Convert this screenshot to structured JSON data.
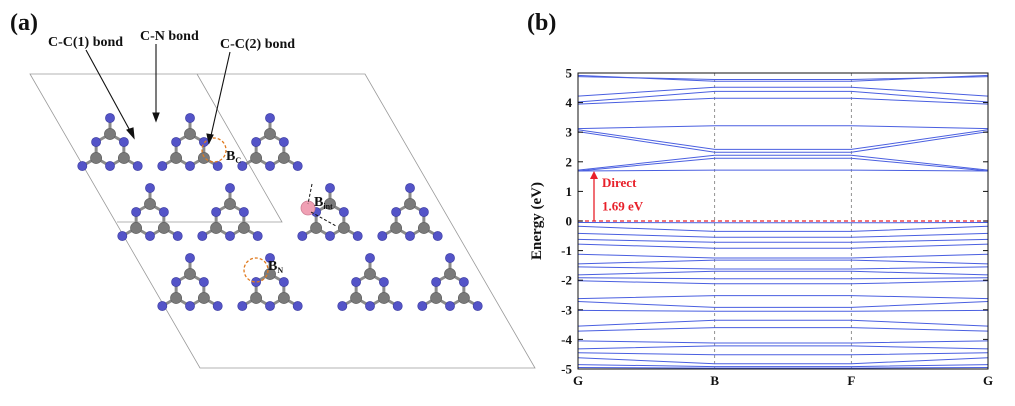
{
  "figure": {
    "panel_a_label": "(a)",
    "panel_b_label": "(b)"
  },
  "panel_a": {
    "annotations": {
      "cc1": "C-C(1) bond",
      "cn": "C-N bond",
      "cc2": "C-C(2) bond"
    },
    "dopants": {
      "bc": {
        "main": "B",
        "sub": "C"
      },
      "bint": {
        "main": "B",
        "sub": "int"
      },
      "bn": {
        "main": "B",
        "sub": "N"
      }
    },
    "colors": {
      "carbon": "#7a7a7a",
      "nitrogen": "#5454c8",
      "boron": "#f0a0b4",
      "bond": "#8a8a8a",
      "highlight": "#e07a1e"
    }
  },
  "chart_data": {
    "type": "line",
    "xlabel": "",
    "ylabel": "Energy (eV)",
    "ylim": [
      -5,
      5
    ],
    "yticks": [
      -5,
      -4,
      -3,
      -2,
      -1,
      0,
      1,
      2,
      3,
      4,
      5
    ],
    "kpoints": [
      "G",
      "B",
      "F",
      "G"
    ],
    "kpoint_positions": [
      0,
      1,
      2,
      3
    ],
    "fermi_level": 0,
    "band_gap": {
      "label_1": "Direct",
      "label_2": "1.69 eV",
      "from": 0,
      "to": 1.69
    },
    "colors": {
      "bands": "#4a5fe0",
      "fermi": "#e8202a",
      "arrow": "#e8202a"
    },
    "bands": [
      [
        4.92,
        4.72,
        4.72,
        4.92
      ],
      [
        4.88,
        4.78,
        4.78,
        4.88
      ],
      [
        4.22,
        4.52,
        4.52,
        4.22
      ],
      [
        4.02,
        4.38,
        4.38,
        4.02
      ],
      [
        3.95,
        4.15,
        4.15,
        3.95
      ],
      [
        3.12,
        3.22,
        3.22,
        3.12
      ],
      [
        3.08,
        2.42,
        2.42,
        3.08
      ],
      [
        3.02,
        2.32,
        2.32,
        3.02
      ],
      [
        1.72,
        2.22,
        2.22,
        1.72
      ],
      [
        1.69,
        2.12,
        2.12,
        1.69
      ],
      [
        1.69,
        1.72,
        1.72,
        1.69
      ],
      [
        -0.05,
        -0.06,
        -0.06,
        -0.05
      ],
      [
        -0.18,
        -0.35,
        -0.35,
        -0.18
      ],
      [
        -0.42,
        -0.55,
        -0.55,
        -0.42
      ],
      [
        -0.62,
        -0.72,
        -0.72,
        -0.62
      ],
      [
        -0.78,
        -0.92,
        -0.92,
        -0.78
      ],
      [
        -1.12,
        -1.25,
        -1.25,
        -1.12
      ],
      [
        -1.45,
        -1.32,
        -1.32,
        -1.45
      ],
      [
        -1.55,
        -1.62,
        -1.62,
        -1.55
      ],
      [
        -1.82,
        -1.7,
        -1.7,
        -1.82
      ],
      [
        -1.92,
        -1.95,
        -1.95,
        -1.92
      ],
      [
        -2.02,
        -2.12,
        -2.12,
        -2.02
      ],
      [
        -2.62,
        -2.52,
        -2.52,
        -2.62
      ],
      [
        -2.72,
        -2.92,
        -2.92,
        -2.72
      ],
      [
        -3.02,
        -3.05,
        -3.05,
        -3.02
      ],
      [
        -3.55,
        -3.35,
        -3.35,
        -3.55
      ],
      [
        -3.72,
        -3.6,
        -3.6,
        -3.72
      ],
      [
        -4.05,
        -4.12,
        -4.12,
        -4.05
      ],
      [
        -4.32,
        -4.22,
        -4.22,
        -4.32
      ],
      [
        -4.45,
        -4.52,
        -4.52,
        -4.45
      ],
      [
        -4.62,
        -4.82,
        -4.82,
        -4.62
      ],
      [
        -4.85,
        -4.92,
        -4.92,
        -4.85
      ],
      [
        -4.95,
        -4.97,
        -4.97,
        -4.95
      ]
    ]
  }
}
